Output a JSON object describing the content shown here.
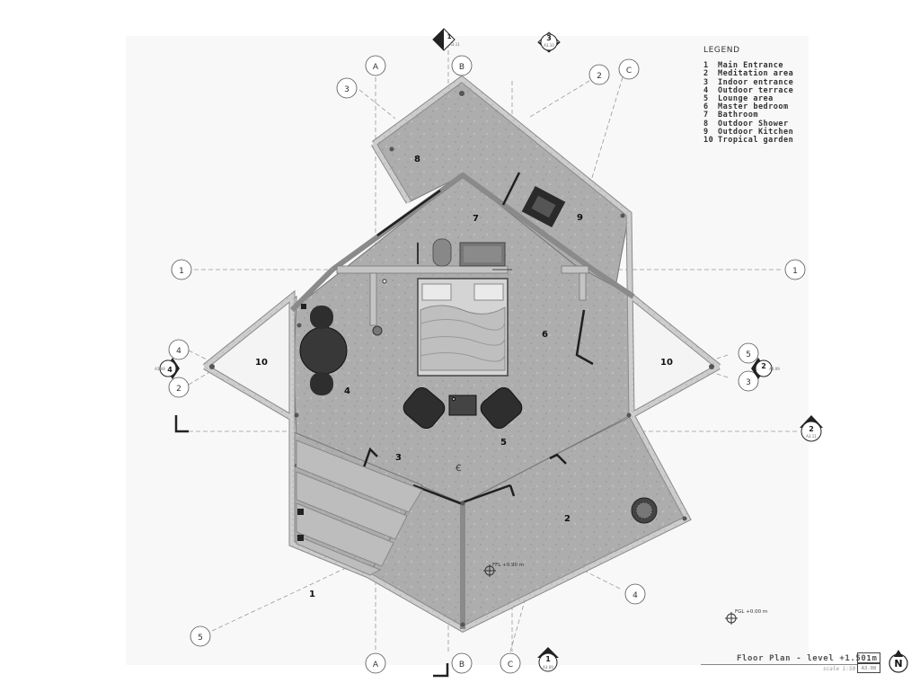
{
  "legend": {
    "title": "LEGEND",
    "items": [
      {
        "num": "1",
        "label": "Main Entrance"
      },
      {
        "num": "2",
        "label": "Meditation area"
      },
      {
        "num": "3",
        "label": "Indoor entrance"
      },
      {
        "num": "4",
        "label": "Outdoor terrace"
      },
      {
        "num": "5",
        "label": "Lounge area"
      },
      {
        "num": "6",
        "label": "Master bedroom"
      },
      {
        "num": "7",
        "label": "Bathroom"
      },
      {
        "num": "8",
        "label": "Outdoor Shower"
      },
      {
        "num": "9",
        "label": "Outdoor Kitchen"
      },
      {
        "num": "10",
        "label": "Tropical garden"
      }
    ]
  },
  "grid_labels": {
    "a": "A",
    "b": "B",
    "c": "C",
    "one": "1",
    "two": "2",
    "three": "3",
    "four": "4",
    "five": "5"
  },
  "room_labels": {
    "r1": "1",
    "r2": "2",
    "r3": "3",
    "r4": "4",
    "r5": "5",
    "r6": "6",
    "r7": "7",
    "r8": "8",
    "r9": "9",
    "r10": "10"
  },
  "section_markers": {
    "top_left": {
      "num": "1",
      "ref": "A3.11"
    },
    "top_right": {
      "num": "3",
      "ref": "A3.10"
    },
    "left": {
      "num": "4",
      "ref": "A3.08"
    },
    "right": {
      "num": "2",
      "ref": "A3.09"
    },
    "right_line": {
      "num": "2",
      "ref": "A3.11"
    },
    "bottom": {
      "num": "1",
      "ref": "A3.09"
    }
  },
  "levels": {
    "ffl": "FFL +0.90 m",
    "fgl": "FGL +0.00 m"
  },
  "title_block": {
    "title": "Floor Plan - level +1.50 m",
    "scale": "scale 1:50",
    "sheet_number": "1",
    "sheet_ref": "A3.08"
  },
  "north_arrow": "N",
  "colors": {
    "floor": "#aeaeae",
    "wall": "#c8c8c8",
    "dark": "#2b2b2b",
    "furniture": "#3a3a3a"
  }
}
